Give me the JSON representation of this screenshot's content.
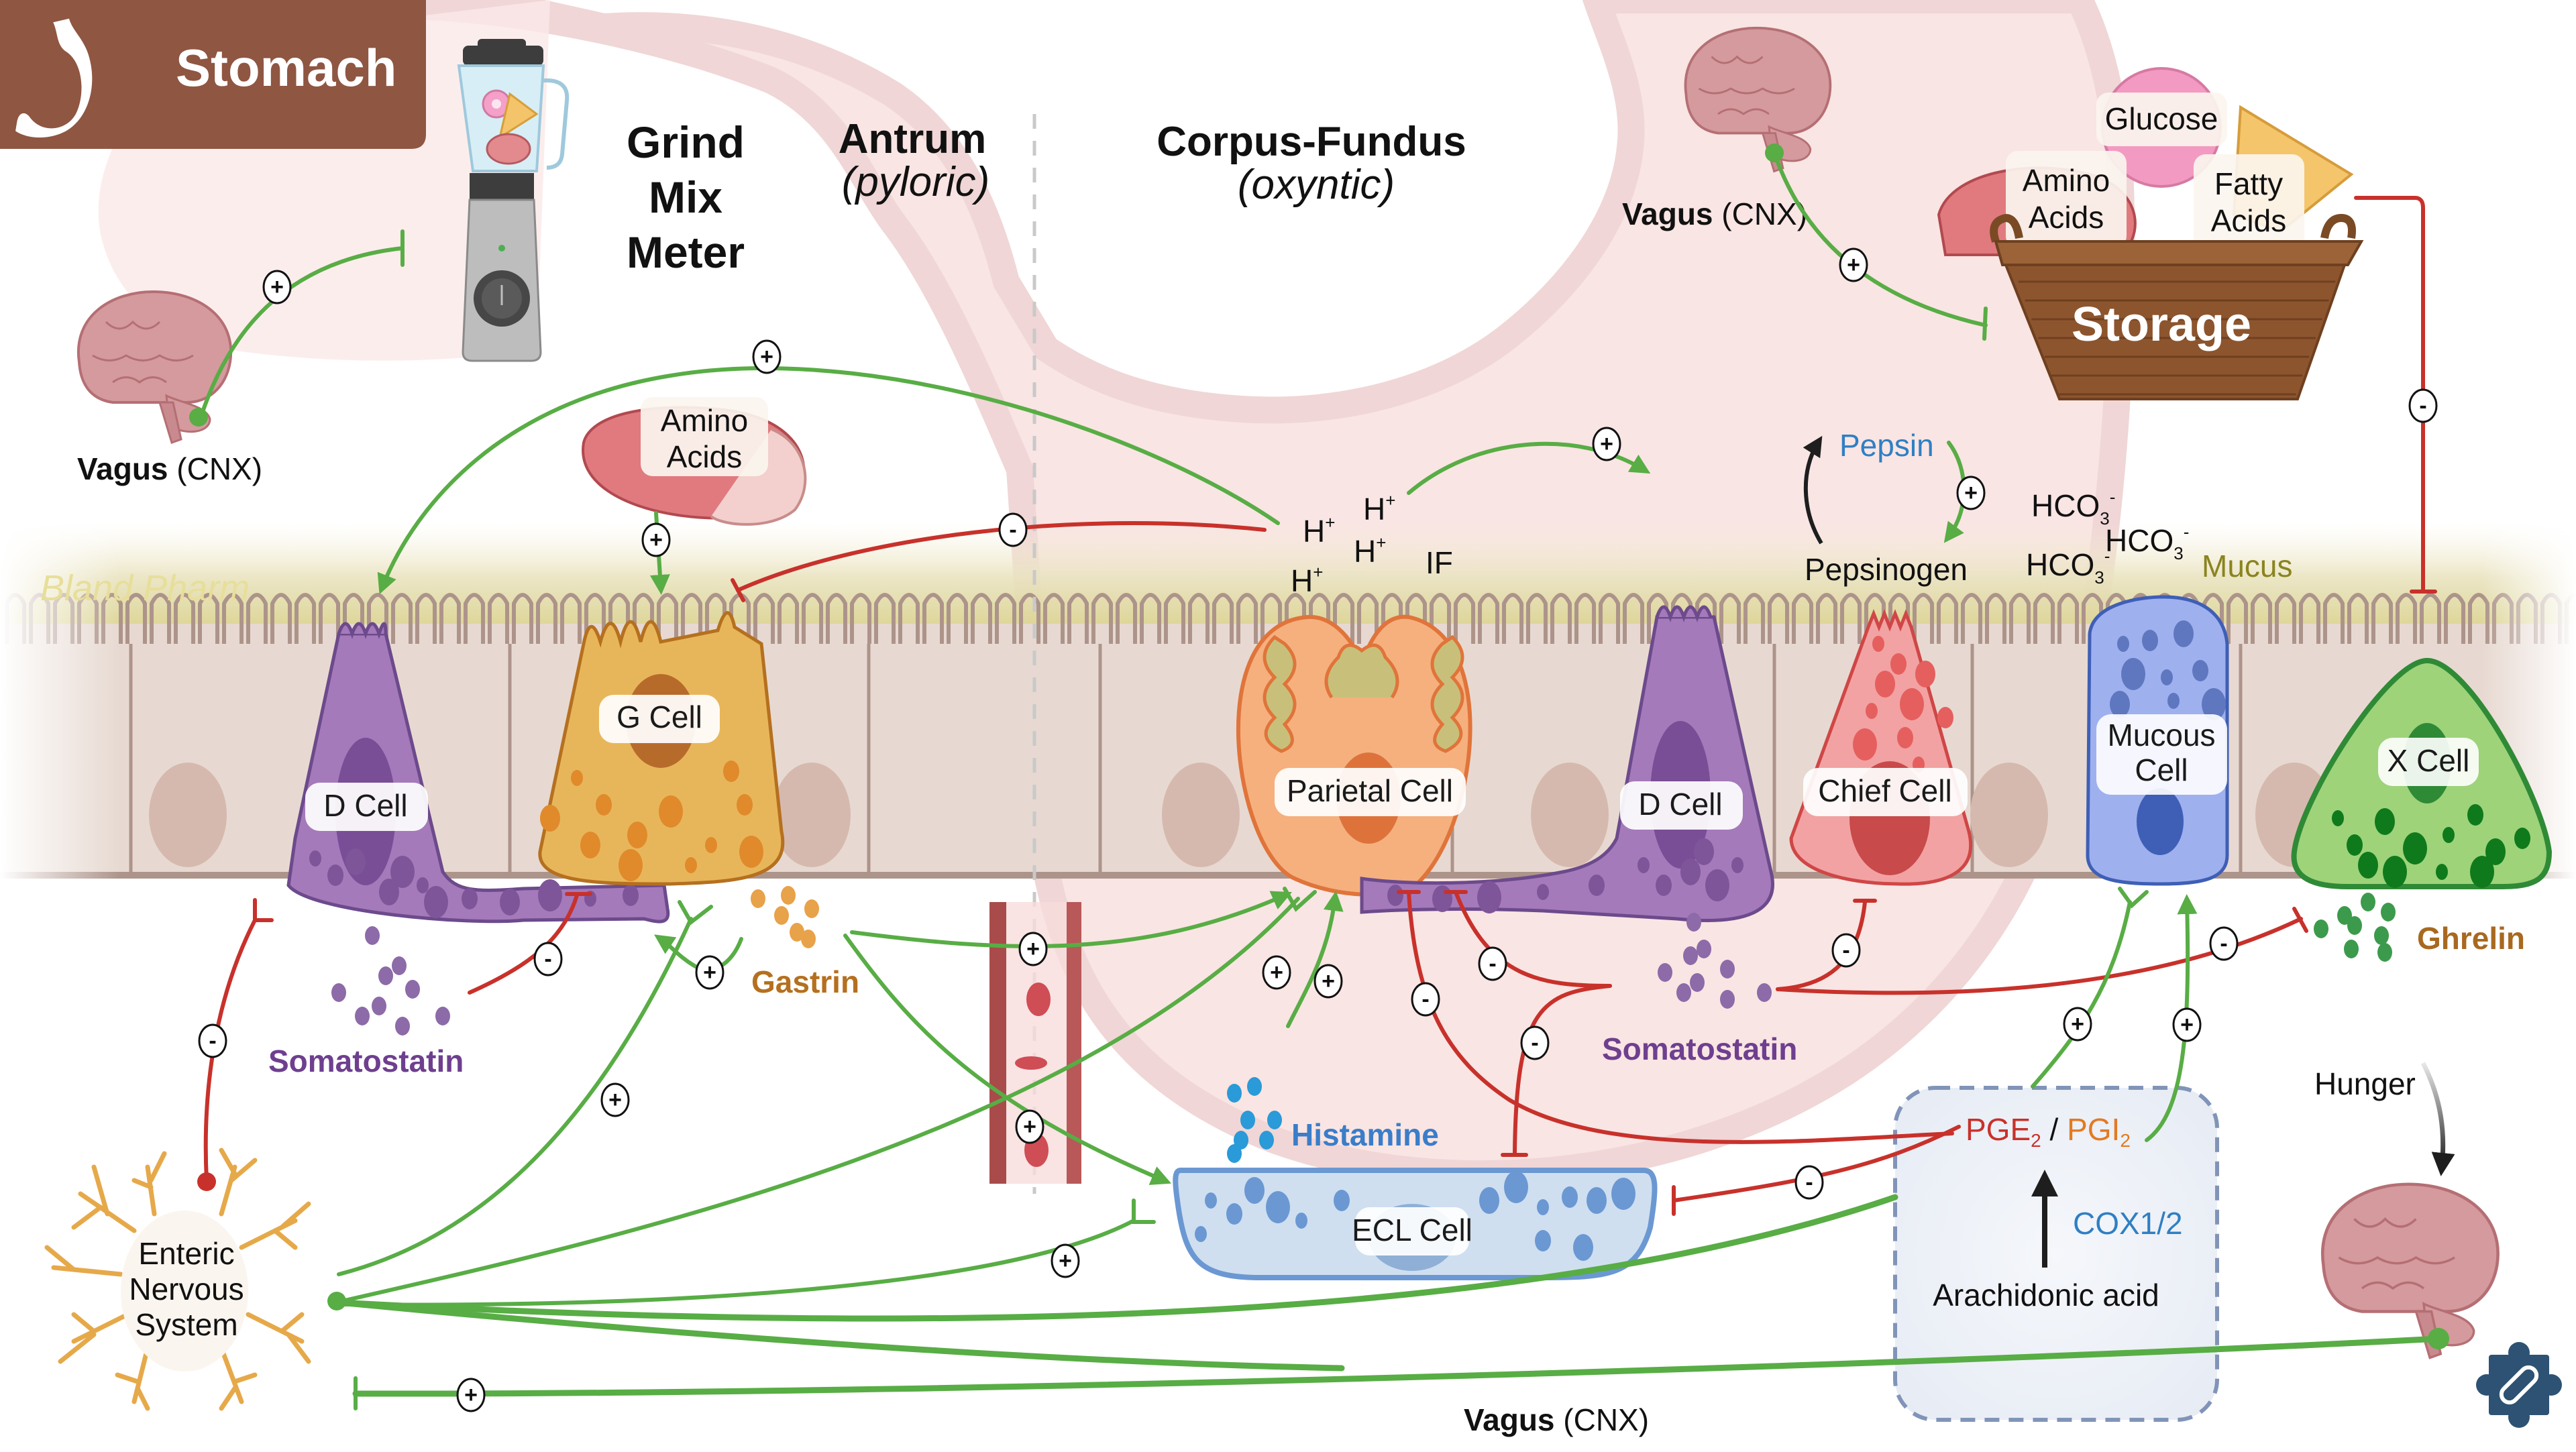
{
  "header": {
    "title": "Stomach",
    "icon": "stomach-icon",
    "background_color": "#8f5642"
  },
  "regions": {
    "antrum": {
      "title": "Antrum",
      "subtitle": "(pyloric)"
    },
    "corpus": {
      "title": "Corpus-Fundus",
      "subtitle": "(oxyntic)"
    }
  },
  "functions": {
    "blender": [
      "Grind",
      "Mix",
      "Meter"
    ],
    "storage": "Storage"
  },
  "foods": {
    "antrum_amino": [
      "Amino",
      "Acids"
    ],
    "glucose": "Glucose",
    "basket_amino": [
      "Amino",
      "Acids"
    ],
    "fatty": [
      "Fatty",
      "Acids"
    ]
  },
  "nerves": {
    "vagus_left": {
      "bold": "Vagus",
      "rest": " (CNX)"
    },
    "vagus_top": {
      "bold": "Vagus",
      "rest": " (CNX)"
    },
    "vagus_bottom": {
      "bold": "Vagus",
      "rest": " (CNX)"
    },
    "enteric": [
      "Enteric",
      "Nervous",
      "System"
    ]
  },
  "lumen": {
    "h_plus": "H",
    "plus_sup": "+",
    "if_label": "IF",
    "pepsin": "Pepsin",
    "pepsinogen": "Pepsinogen",
    "hco3": "HCO",
    "hco3_sub": "3",
    "hco3_sup": "-",
    "mucus": "Mucus",
    "watermark": "Bland Pharm"
  },
  "cells": {
    "d_cell_antrum": "D Cell",
    "g_cell": "G Cell",
    "parietal": "Parietal Cell",
    "d_cell_corpus": "D Cell",
    "chief": "Chief Cell",
    "mucous": [
      "Mucous",
      "Cell"
    ],
    "x_cell": "X Cell",
    "ecl": "ECL Cell"
  },
  "hormones": {
    "somatostatin_antrum": {
      "label": "Somatostatin",
      "color": "#6e3f8f"
    },
    "gastrin": {
      "label": "Gastrin",
      "color": "#b5701f"
    },
    "somatostatin_corpus": {
      "label": "Somatostatin",
      "color": "#6e3f8f"
    },
    "histamine": {
      "label": "Histamine",
      "color": "#3a7dc9"
    },
    "ghrelin": {
      "label": "Ghrelin",
      "color": "#a8691f"
    }
  },
  "prostaglandins": {
    "pge": "PGE",
    "pge_sub": "2",
    "sep": " / ",
    "pgi": "PGI",
    "pgi_sub": "2",
    "pge_color": "#c8312b",
    "pgi_color": "#e37a22",
    "cox": "COX1/2",
    "cox_color": "#2f7fc4",
    "arachidonic": "Arachidonic acid"
  },
  "hunger": "Hunger",
  "signs": {
    "plus": "+",
    "minus": "-"
  },
  "colors": {
    "stimulate": "#58ad45",
    "inhibit": "#c8312b",
    "logo": "#2d5273"
  },
  "logo": {
    "icon": "puzzle-pill-icon"
  }
}
